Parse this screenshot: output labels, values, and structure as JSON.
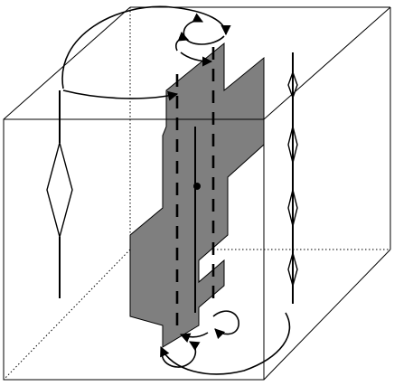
{
  "figure": {
    "description_free": true,
    "colors": {
      "background": "#ffffff",
      "sheet_fill": "#7f7f7f",
      "stroke": "#000000"
    },
    "icons": [
      "cube-wireframe",
      "gray-sheet",
      "arrow-curve",
      "lozenge-strand",
      "center-dot"
    ]
  }
}
